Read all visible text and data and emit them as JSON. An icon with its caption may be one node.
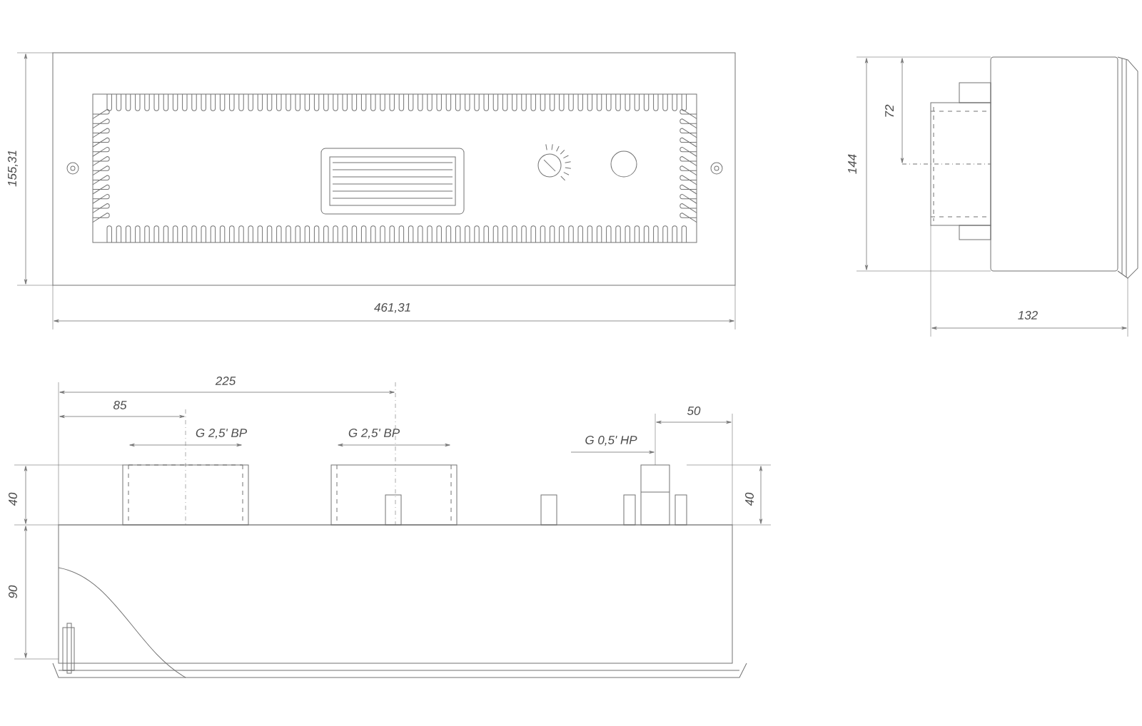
{
  "diagram": {
    "labels": [
      "155,31",
      "461,31",
      "144",
      "72",
      "132",
      "225",
      "85",
      "G 2,5' ВР",
      "G 2,5' ВР",
      "50",
      "G 0,5' НР",
      "40",
      "40",
      "90"
    ]
  }
}
